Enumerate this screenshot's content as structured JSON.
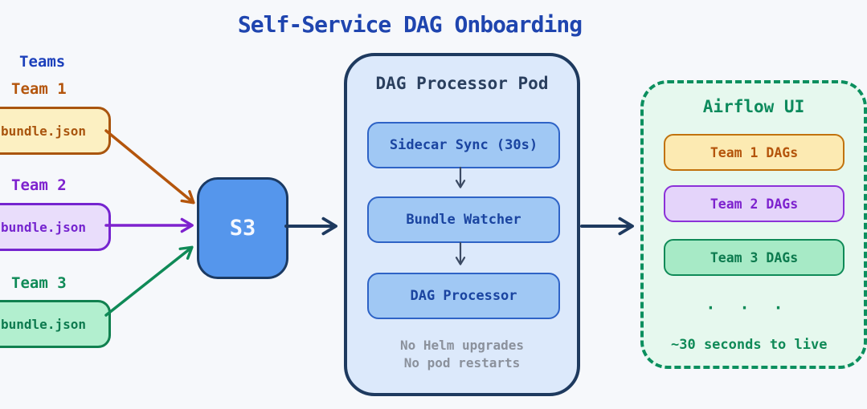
{
  "title": "Self-Service DAG Onboarding",
  "teams": {
    "heading": "Teams",
    "items": [
      {
        "name": "Team 1",
        "file": "bundle.json"
      },
      {
        "name": "Team 2",
        "file": "bundle.json"
      },
      {
        "name": "Team 3",
        "file": "bundle.json"
      }
    ]
  },
  "s3": {
    "label": "S3"
  },
  "pod": {
    "title": "DAG Processor Pod",
    "steps": [
      {
        "label": "Sidecar Sync (30s)"
      },
      {
        "label": "Bundle Watcher"
      },
      {
        "label": "DAG Processor"
      }
    ],
    "notes": [
      "No Helm upgrades",
      "No pod restarts"
    ]
  },
  "airflow": {
    "title": "Airflow UI",
    "items": [
      {
        "label": "Team 1 DAGs"
      },
      {
        "label": "Team 2 DAGs"
      },
      {
        "label": "Team 3 DAGs"
      }
    ],
    "ellipsis": "· · ·",
    "footnote": "~30 seconds to live"
  },
  "colors": {
    "background": "#f6f8fb",
    "title_blue": "#1f45af",
    "team1_orange": "#b4550c",
    "team2_purple": "#7e22ce",
    "team3_green": "#0f8a57",
    "team1_fill": "#fcf0c2",
    "team2_fill": "#e9ddfb",
    "team3_fill": "#b2efcf",
    "s3_fill": "#5596ec",
    "pod_border": "#1e3a5f",
    "pod_fill": "#dce9fb",
    "step_fill": "#a0c8f4",
    "step_border": "#2e63c6",
    "airflow_border": "#0b8f5e",
    "airflow_fill": "#e6f8ee",
    "muted_gray": "#8b919c"
  }
}
